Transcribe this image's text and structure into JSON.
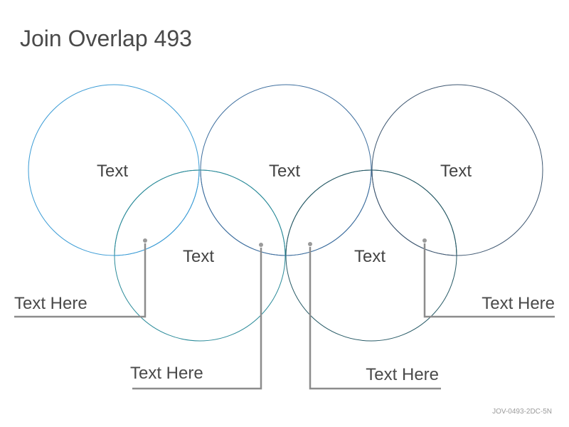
{
  "title": "Join Overlap 493",
  "footer_code": "JOV-0493-2DC-5N",
  "circles": [
    {
      "label": "Text",
      "colors": {
        "top": "#72bfe6",
        "side": "#6fc1e7",
        "stroke": "#3a9bd5"
      }
    },
    {
      "label": "Text",
      "colors": {
        "top": "#6f9fca",
        "side": "#6fa0ca",
        "stroke": "#3d6e9e"
      }
    },
    {
      "label": "Text",
      "colors": {
        "top": "#71879f",
        "side": "#71879f",
        "stroke": "#3d5670"
      }
    },
    {
      "label": "Text",
      "colors": {
        "top": "#2c9eb0",
        "side": "#6fbbbd",
        "stroke": "#2a8a99"
      }
    },
    {
      "label": "Text",
      "colors": {
        "top": "#2f6f86",
        "side": "#6c979b",
        "stroke": "#275a66"
      }
    }
  ],
  "overlaps": {
    "a_d": "#2c9eb0",
    "b_d": "#2e8fa6",
    "b_e": "#2f6f86",
    "c_e": "#2d6478"
  },
  "callouts": [
    {
      "label": "Text Here"
    },
    {
      "label": "Text Here"
    },
    {
      "label": "Text Here"
    },
    {
      "label": "Text Here"
    }
  ],
  "callout_line_color": "#8c8c8c"
}
